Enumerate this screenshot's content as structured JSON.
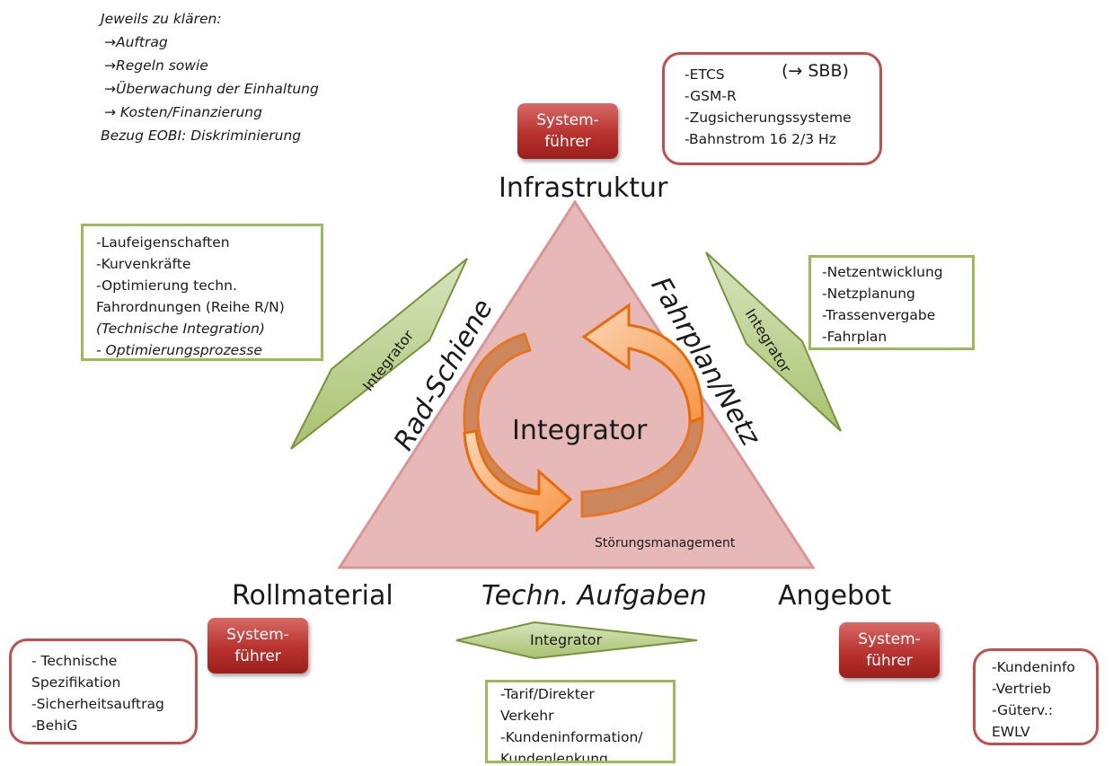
{
  "notes": {
    "lines": [
      "Jeweils zu klären:",
      "→Auftrag",
      "→Regeln sowie",
      "→Überwachung der Einhaltung",
      "→ Kosten/Finanzierung",
      "Bezug EOBI: Diskriminierung"
    ]
  },
  "vertices": {
    "top": "Infrastruktur",
    "bottom_left": "Rollmaterial",
    "bottom_right": "Angebot"
  },
  "edges": {
    "left": "Rad-Schiene",
    "right": "Fahrplan/Netz",
    "bottom": "Techn. Aufgaben"
  },
  "center": {
    "label": "Integrator",
    "stoerung": "Störungsmanagement"
  },
  "system_buttons": {
    "top": [
      "System-",
      "führer"
    ],
    "left": [
      "System-",
      "führer"
    ],
    "right": [
      "System-",
      "führer"
    ]
  },
  "integrators": {
    "left": "Integrator",
    "right": "Integrator",
    "bottom": "Integrator"
  },
  "boxes": {
    "infra": {
      "lines": [
        "-ETCS",
        "-GSM-R",
        "-Zugsicherungssysteme",
        "-Bahnstrom 16 2/3 Hz"
      ],
      "note": "(→ SBB)"
    },
    "rad_schiene": {
      "lines": [
        "-Laufeigenschaften",
        "-Kurvenkräfte",
        "-Optimierung techn.",
        "Fahrordnungen (Reihe R/N)"
      ],
      "italic_lines": [
        "(Technische Integration)",
        "- Optimierungsprozesse"
      ]
    },
    "fahrplan": {
      "lines": [
        "-Netzentwicklung",
        "-Netzplanung",
        "-Trassenvergabe",
        "-Fahrplan"
      ]
    },
    "rollmaterial": {
      "lines": [
        "- Technische",
        "Spezifikation",
        "-Sicherheitsauftrag",
        "-BehiG"
      ]
    },
    "techn": {
      "lines": [
        "-Tarif/Direkter",
        "Verkehr",
        "-Kundeninformation/",
        "Kundenlenkung"
      ]
    },
    "angebot": {
      "lines": [
        "-Kundeninfo",
        "-Vertrieb",
        "-Güterv.:",
        "EWLV"
      ]
    }
  },
  "colors": {
    "triangle_fill": "#e6b9b8",
    "triangle_stroke": "#d99694",
    "red_accent": "#c0504d",
    "green_accent": "#9bbb59",
    "diamond_fill": "#c4d79b",
    "cycle_fill": "#fab07a",
    "cycle_stroke": "#e46c0a"
  }
}
